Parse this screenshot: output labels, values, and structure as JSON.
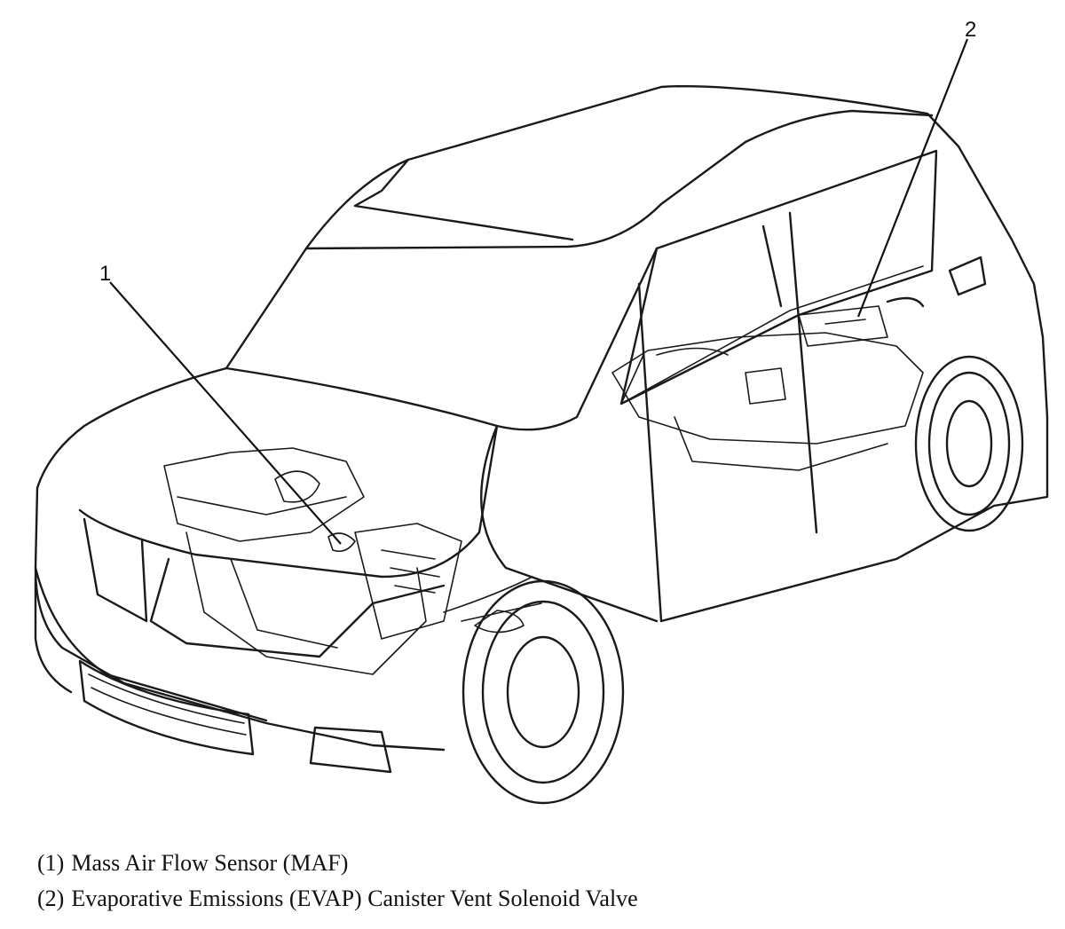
{
  "callouts": [
    {
      "number": "1"
    },
    {
      "number": "2"
    }
  ],
  "legend": [
    {
      "number": "(1)",
      "label": "Mass Air Flow Sensor (MAF)"
    },
    {
      "number": "(2)",
      "label": "Evaporative Emissions (EVAP) Canister Vent Solenoid Valve"
    }
  ],
  "colors": {
    "ink": "#1a1a1a",
    "background": "#ffffff"
  }
}
